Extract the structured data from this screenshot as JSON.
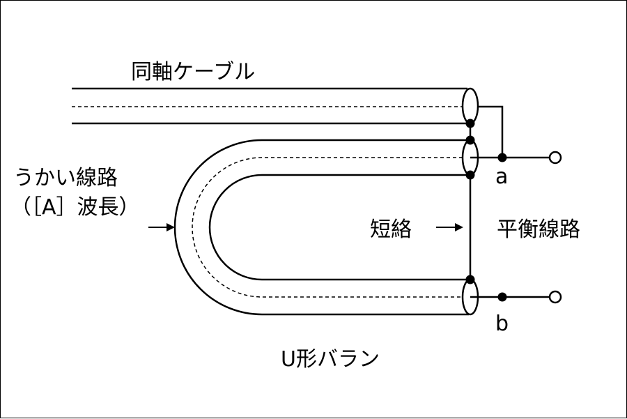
{
  "labels": {
    "coax_cable": "同軸ケーブル",
    "bypass_line_1": "うかい線路",
    "bypass_line_2": "（［A］波長）",
    "short_circuit": "短絡",
    "balanced_line": "平衡線路",
    "u_balun": "U形バラン",
    "terminal_a": "a",
    "terminal_b": "b"
  }
}
